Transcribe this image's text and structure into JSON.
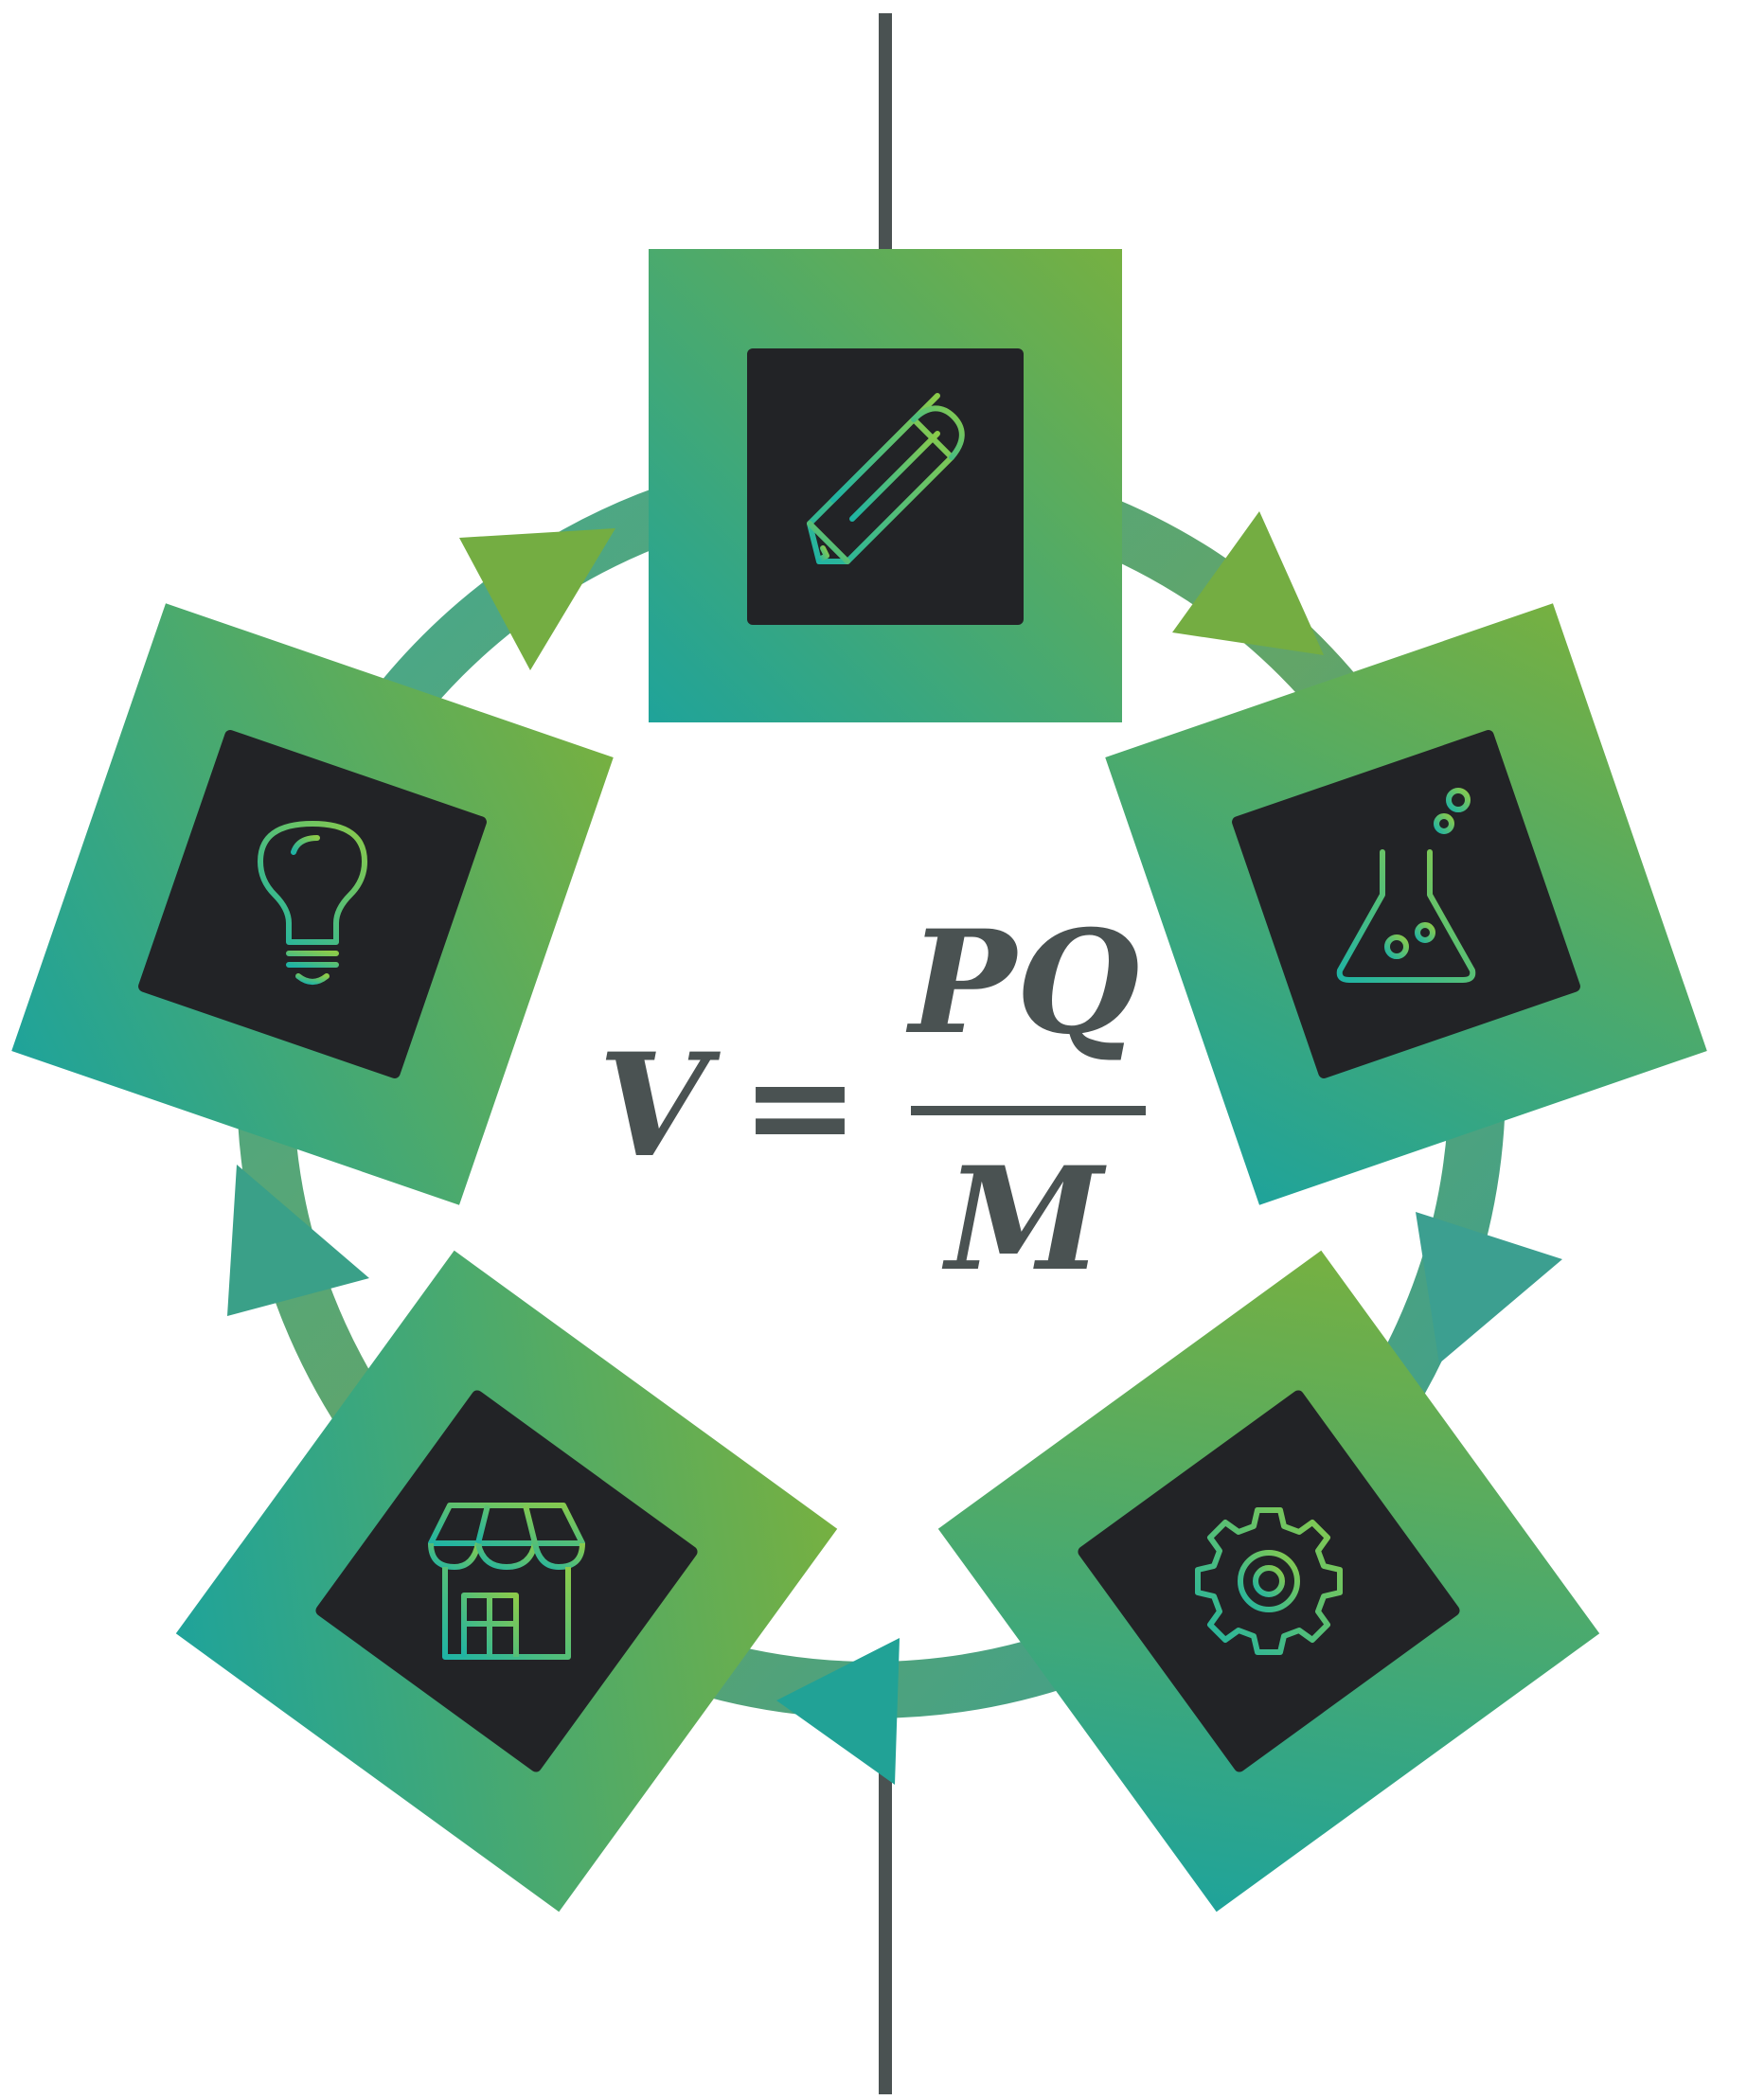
{
  "equation": {
    "lhs": "V",
    "equals": "=",
    "numerator": "PQ",
    "denominator": "M"
  },
  "cycle_steps": [
    {
      "icon": "pencil-icon"
    },
    {
      "icon": "flask-icon"
    },
    {
      "icon": "gear-icon"
    },
    {
      "icon": "store-icon"
    },
    {
      "icon": "lightbulb-icon"
    }
  ],
  "colors": {
    "teal": "#1fa39a",
    "green": "#76b041",
    "dark_green": "#5f8f45",
    "tile": "#222326",
    "axis": "#4a5252",
    "text": "#4a5252"
  }
}
